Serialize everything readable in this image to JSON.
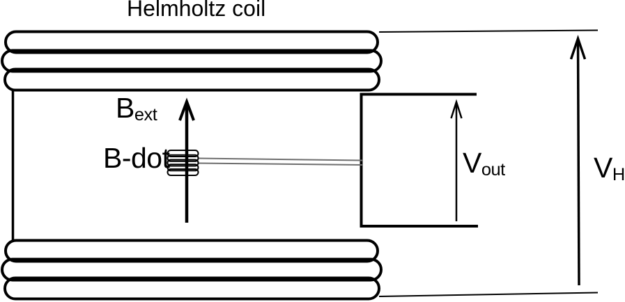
{
  "title": "Helmholtz coil",
  "labels": {
    "b_ext": {
      "main": "B",
      "sub": "ext"
    },
    "b_dot": "B-dot",
    "v_out": {
      "main": "V",
      "sub": "out"
    },
    "v_h": {
      "main": "V",
      "sub": "H"
    }
  },
  "colors": {
    "ink": "#000000",
    "wire": "#6e6e6e",
    "bg": "#ffffff"
  },
  "diagram": {
    "helmholtz_coil_turns_visible_per_coil": 3,
    "b_dot_probe_turns_visible": 5,
    "arrows": [
      {
        "name": "b-ext-arrow",
        "direction": "up"
      },
      {
        "name": "v-out-arrow",
        "direction": "up"
      },
      {
        "name": "v-h-arrow",
        "direction": "up"
      }
    ]
  }
}
